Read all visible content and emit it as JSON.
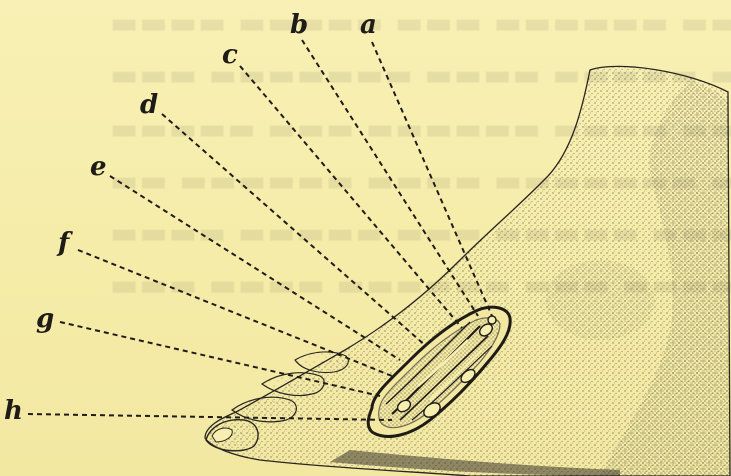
{
  "labels": {
    "a": "a",
    "b": "b",
    "c": "c",
    "d": "d",
    "e": "e",
    "f": "f",
    "g": "g",
    "h": "h"
  },
  "colors": {
    "paper": "#f7efb0",
    "ink": "#1f1c18"
  }
}
